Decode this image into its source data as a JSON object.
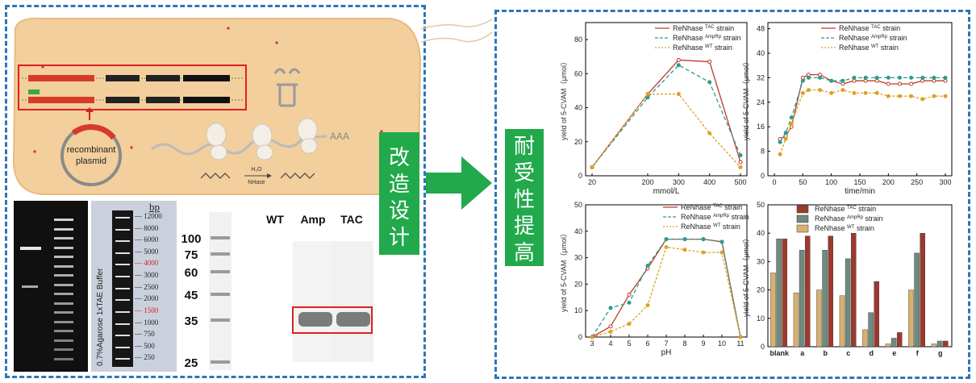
{
  "left": {
    "plasmid_label": [
      "recombinant",
      "plasmid"
    ],
    "mrna_tail": "AAA",
    "reaction": {
      "top": "H₂O",
      "bottom": "NHase"
    },
    "gel": {
      "bp_header": "bp",
      "ladder": [
        "12000",
        "8000",
        "6000",
        "5000",
        "4000",
        "3000",
        "2500",
        "2000",
        "1500",
        "1000",
        "750",
        "500",
        "250"
      ],
      "highlight_red": [
        "4000",
        "1500"
      ],
      "vertical_text": "0.7%Agarose  1xTAE Buffer"
    },
    "sds": {
      "markers": [
        "100",
        "75",
        "60",
        "45",
        "35",
        "25"
      ],
      "lanes": [
        "WT",
        "Amp",
        "TAC"
      ]
    }
  },
  "middle": {
    "left_box": [
      "改",
      "造",
      "设",
      "计"
    ],
    "right_box": [
      "耐",
      "受",
      "性",
      "提",
      "高"
    ]
  },
  "colors": {
    "tac": "#c0392b",
    "amp": "#2a9d8f",
    "wt": "#e0a020",
    "panel": "#2e75b6",
    "green": "#21a94b"
  },
  "chart_data": [
    {
      "type": "line",
      "title": "",
      "xlabel": "mmol/L",
      "ylabel": "yield of 5-CVAM（μmol）",
      "x": [
        20,
        200,
        300,
        400,
        500
      ],
      "xticks": [
        "20",
        "200",
        "300",
        "400",
        "500"
      ],
      "ylim": [
        0,
        90
      ],
      "yticks": [
        0,
        20,
        40,
        60,
        80
      ],
      "series": [
        {
          "name": "ReNhase TAC strain",
          "values": [
            5,
            48,
            68,
            67,
            8
          ]
        },
        {
          "name": "ReNhase AmpRp strain",
          "values": [
            5,
            46,
            65,
            55,
            12
          ]
        },
        {
          "name": "ReNhase WT strain",
          "values": [
            5,
            48,
            48,
            25,
            5
          ]
        }
      ]
    },
    {
      "type": "line",
      "title": "",
      "xlabel": "time/min",
      "ylabel": "yield of 5-CVAM（μmol）",
      "x": [
        10,
        20,
        30,
        50,
        60,
        80,
        100,
        120,
        140,
        160,
        180,
        200,
        220,
        240,
        260,
        280,
        300
      ],
      "xticks": [
        "0",
        "50",
        "100",
        "150",
        "200",
        "250",
        "300"
      ],
      "ylim": [
        0,
        50
      ],
      "yticks": [
        0,
        8,
        16,
        24,
        32,
        40,
        48
      ],
      "series": [
        {
          "name": "ReNhase TAC strain",
          "values": [
            12,
            13,
            16,
            32,
            33,
            33,
            31,
            30,
            31,
            31,
            31,
            30,
            30,
            30,
            31,
            31,
            31
          ]
        },
        {
          "name": "ReNhase AmpRp strain",
          "values": [
            11,
            14,
            19,
            31,
            32,
            32,
            31,
            31,
            32,
            32,
            32,
            32,
            32,
            32,
            32,
            32,
            32
          ]
        },
        {
          "name": "ReNhase WT strain",
          "values": [
            7,
            12,
            17,
            27,
            28,
            28,
            27,
            28,
            27,
            27,
            27,
            26,
            26,
            26,
            25,
            26,
            26
          ]
        }
      ]
    },
    {
      "type": "line",
      "title": "",
      "xlabel": "pH",
      "ylabel": "yield of 5-CVAM（μmol）",
      "x": [
        3,
        4,
        5,
        6,
        7,
        8,
        9,
        10,
        11
      ],
      "xticks": [
        "3",
        "4",
        "5",
        "6",
        "7",
        "8",
        "9",
        "10",
        "11"
      ],
      "ylim": [
        0,
        50
      ],
      "yticks": [
        0,
        10,
        20,
        30,
        40,
        50
      ],
      "series": [
        {
          "name": "ReNhase TAC strain",
          "values": [
            0,
            4,
            16,
            26,
            37,
            37,
            37,
            36,
            0
          ]
        },
        {
          "name": "ReNhase AmpRp strain",
          "values": [
            0,
            11,
            13,
            27,
            37,
            37,
            37,
            36,
            0
          ]
        },
        {
          "name": "ReNhase WT strain",
          "values": [
            0,
            2,
            5,
            12,
            34,
            33,
            32,
            32,
            0
          ]
        }
      ]
    },
    {
      "type": "bar",
      "title": "",
      "xlabel": "",
      "ylabel": "yield of 5-CVAM（μmol）",
      "categories": [
        "blank",
        "a",
        "b",
        "c",
        "d",
        "e",
        "f",
        "g"
      ],
      "ylim": [
        0,
        50
      ],
      "yticks": [
        0,
        10,
        20,
        30,
        40,
        50
      ],
      "series": [
        {
          "name": "ReNhase TAC strain",
          "values": [
            38,
            39,
            39,
            40,
            23,
            5,
            40,
            2
          ]
        },
        {
          "name": "ReNhase AmpRp strain",
          "values": [
            38,
            34,
            34,
            31,
            12,
            3,
            33,
            2
          ]
        },
        {
          "name": "ReNhase WT strain",
          "values": [
            26,
            19,
            20,
            18,
            6,
            1,
            20,
            1
          ]
        }
      ]
    }
  ]
}
